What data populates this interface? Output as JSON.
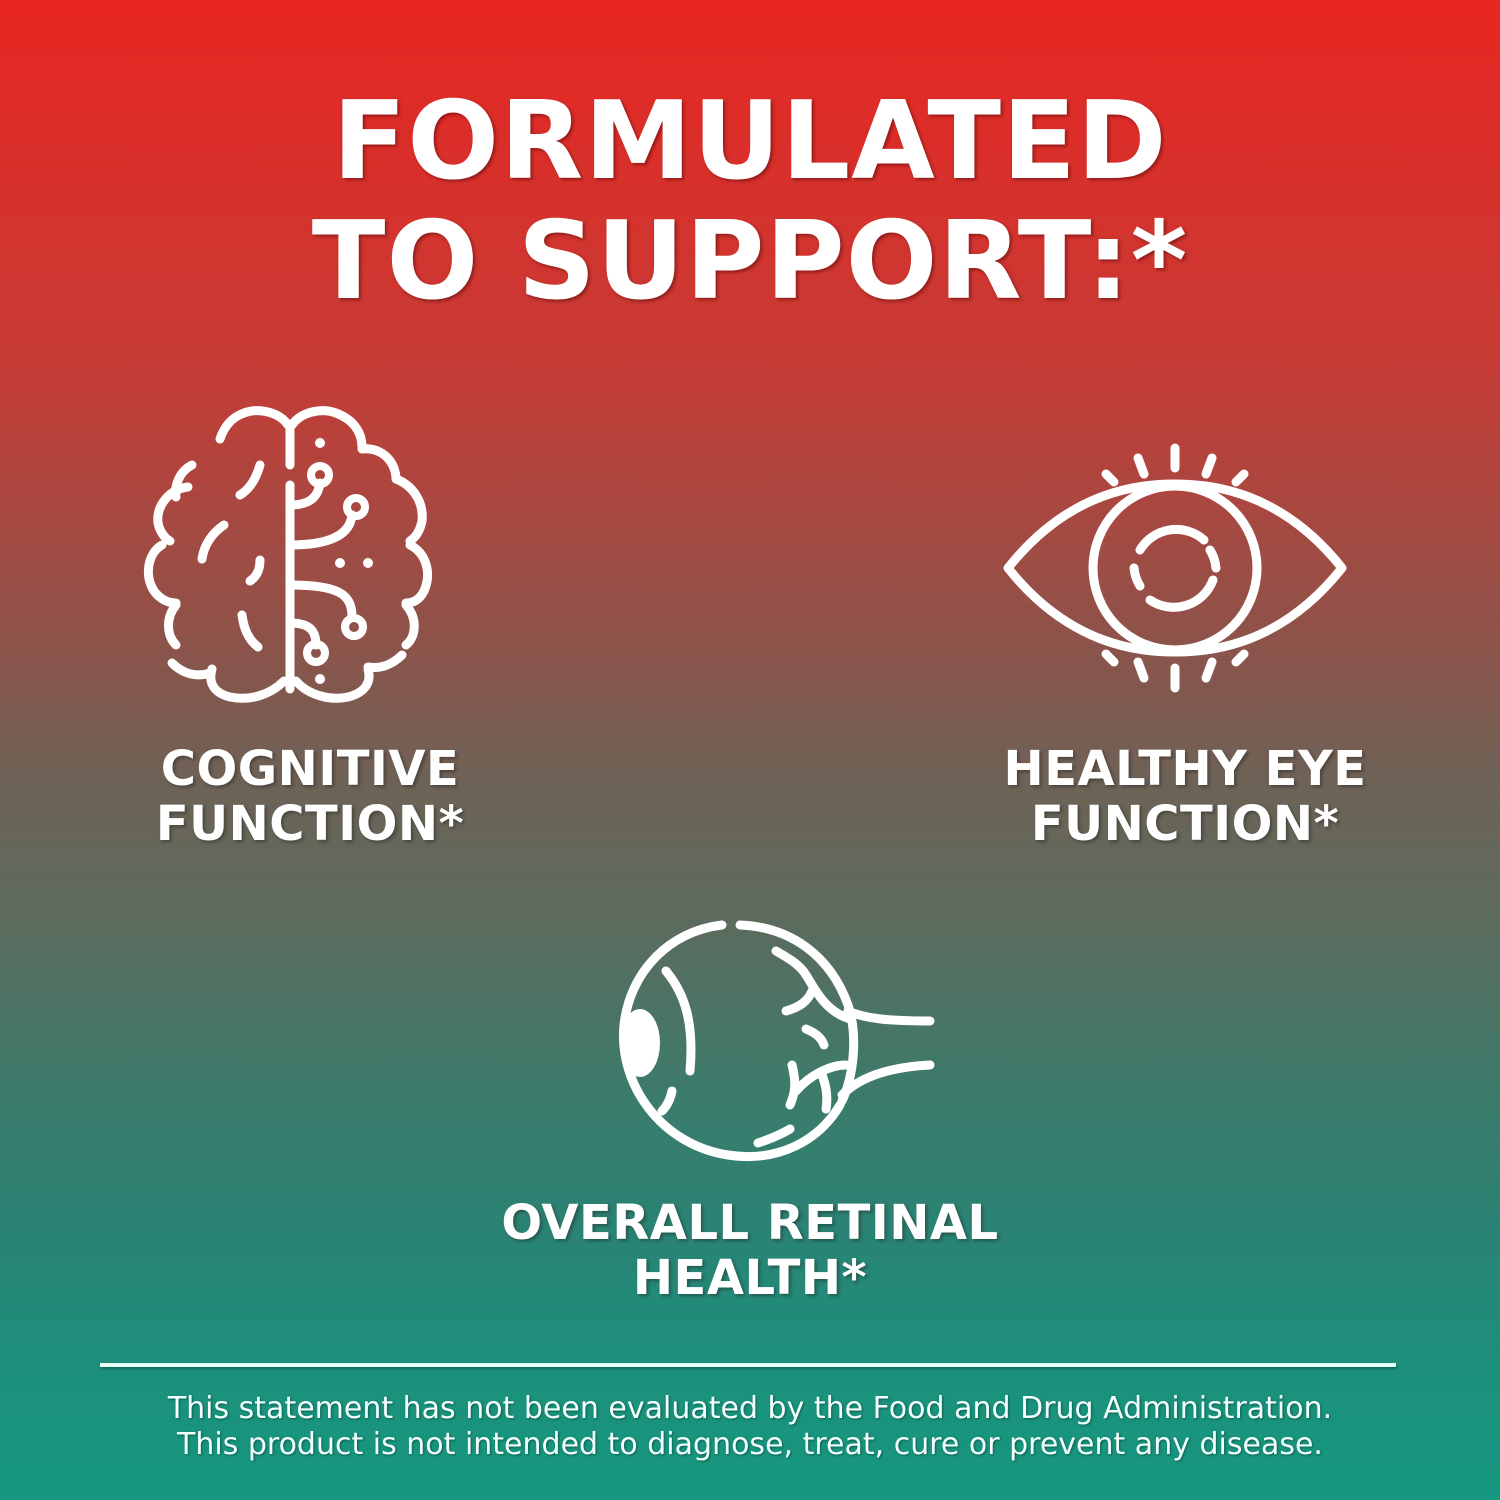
{
  "headline": {
    "line1": "FORMULATED",
    "line2": "TO SUPPORT:*"
  },
  "benefits": [
    {
      "icon": "brain-circuit-icon",
      "line1": "COGNITIVE",
      "line2": "FUNCTION*"
    },
    {
      "icon": "eye-icon",
      "line1": "HEALTHY EYE",
      "line2": "FUNCTION*"
    },
    {
      "icon": "eyeball-retina-icon",
      "line1": "OVERALL RETINAL",
      "line2": "HEALTH*"
    }
  ],
  "disclaimer": {
    "line1": "This statement has not been evaluated by the Food and Drug Administration.",
    "line2": "This product is not intended to diagnose, treat, cure or prevent any disease."
  },
  "colors": {
    "gradient_top": "#e82622",
    "gradient_middle": "#6e6256",
    "gradient_bottom": "#16977f",
    "text": "#ffffff",
    "divider": "#e6fff9"
  }
}
